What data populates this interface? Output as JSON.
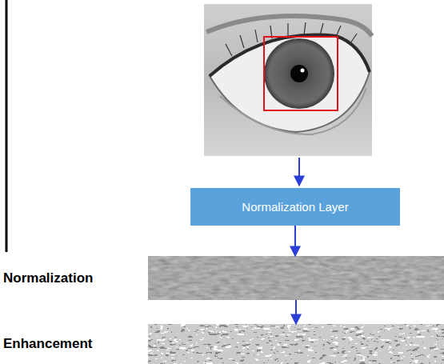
{
  "diagram": {
    "nodes": [
      {
        "text": [
          "Normalization Layer"
        ]
      },
      {
        "text": [
          "Normalization"
        ]
      },
      {
        "text": [
          "Enhancement"
        ]
      }
    ],
    "edges": [
      {
        "from": 0,
        "to": 1,
        "arrow": "to"
      },
      {
        "from": 1,
        "to": 2,
        "arrow": "to"
      }
    ]
  }
}
